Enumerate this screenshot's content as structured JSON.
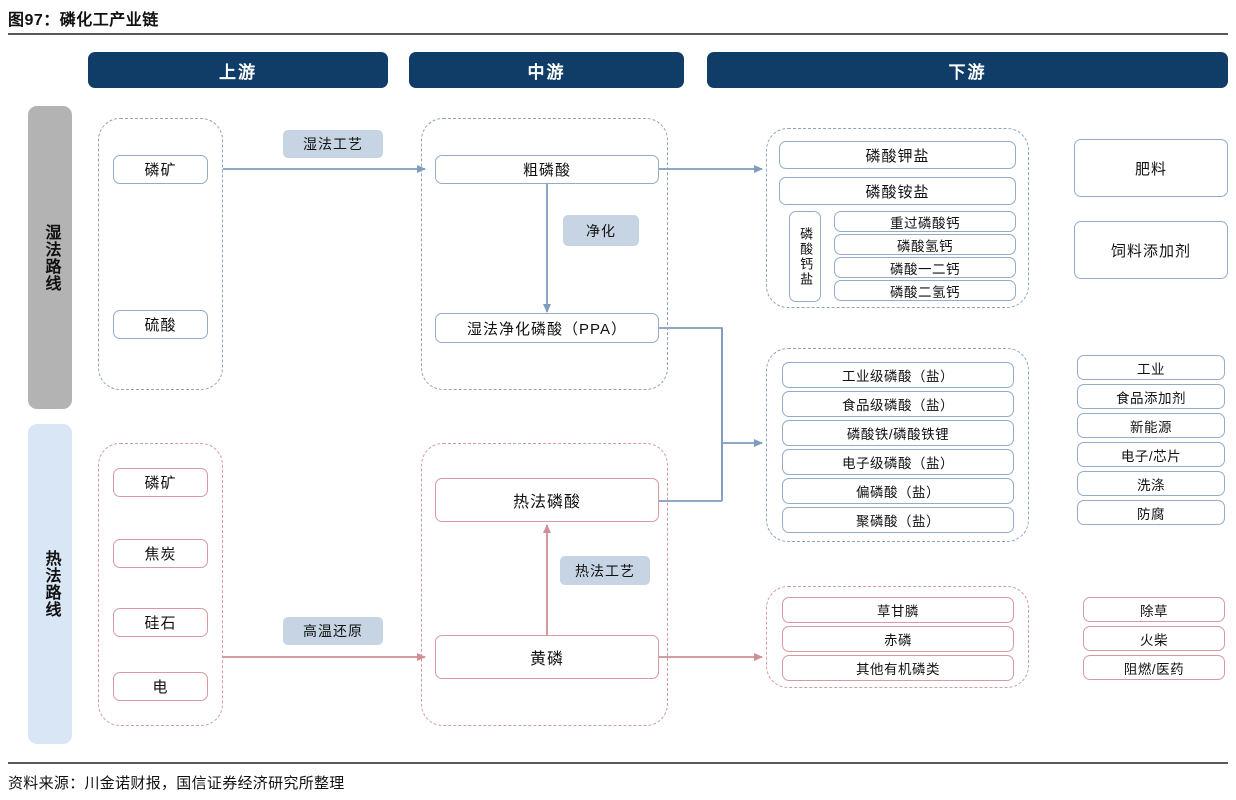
{
  "figure": {
    "title": "图97：磷化工产业链",
    "source": "资料来源：川金诺财报，国信证券经济研究所整理"
  },
  "stages": [
    {
      "id": "upstream",
      "label": "上游"
    },
    {
      "id": "midstream",
      "label": "中游"
    },
    {
      "id": "downstream",
      "label": "下游"
    }
  ],
  "routes": [
    {
      "id": "wet",
      "label": "湿法路线",
      "color": "#b3b3b3"
    },
    {
      "id": "thermal",
      "label": "热法路线",
      "color": "#d9e6f5"
    }
  ],
  "colors": {
    "header_bar": "#103d68",
    "wet_line": "#7f9cbd",
    "wet_border": "#93adc9",
    "thermal_line": "#cf8f96",
    "thermal_border": "#d89aa0",
    "chip_fill": "#c6d4e4",
    "dashed_wet": "#8fa3bb",
    "dashed_thermal": "#d39aa0"
  },
  "wet_route": {
    "upstream": [
      {
        "label": "磷矿"
      },
      {
        "label": "硫酸"
      }
    ],
    "process_labels": [
      {
        "id": "wet-process",
        "label": "湿法工艺"
      },
      {
        "id": "purify",
        "label": "净化"
      }
    ],
    "midstream": [
      {
        "label": "粗磷酸"
      },
      {
        "label": "湿法净化磷酸（PPA）"
      }
    ],
    "downstream_products_top": {
      "full_width": [
        {
          "label": "磷酸钾盐"
        },
        {
          "label": "磷酸铵盐"
        }
      ],
      "calcium_group": {
        "label": "磷酸钙盐",
        "items": [
          {
            "label": "重过磷酸钙"
          },
          {
            "label": "磷酸氢钙"
          },
          {
            "label": "磷酸一二钙"
          },
          {
            "label": "磷酸二氢钙"
          }
        ]
      }
    },
    "applications_top": [
      {
        "label": "肥料"
      },
      {
        "label": "饲料添加剂"
      }
    ],
    "downstream_products_mid": [
      {
        "label": "工业级磷酸（盐）"
      },
      {
        "label": "食品级磷酸（盐）"
      },
      {
        "label": "磷酸铁/磷酸铁锂"
      },
      {
        "label": "电子级磷酸（盐）"
      },
      {
        "label": "偏磷酸（盐）"
      },
      {
        "label": "聚磷酸（盐）"
      }
    ],
    "applications_mid": [
      {
        "label": "工业"
      },
      {
        "label": "食品添加剂"
      },
      {
        "label": "新能源"
      },
      {
        "label": "电子/芯片"
      },
      {
        "label": "洗涤"
      },
      {
        "label": "防腐"
      }
    ]
  },
  "thermal_route": {
    "upstream": [
      {
        "label": "磷矿"
      },
      {
        "label": "焦炭"
      },
      {
        "label": "硅石"
      },
      {
        "label": "电"
      }
    ],
    "process_labels": [
      {
        "id": "high-temp-reduction",
        "label": "高温还原"
      },
      {
        "id": "thermal-process",
        "label": "热法工艺"
      }
    ],
    "midstream": [
      {
        "label": "热法磷酸"
      },
      {
        "label": "黄磷"
      }
    ],
    "downstream_products_bottom": [
      {
        "label": "草甘膦"
      },
      {
        "label": "赤磷"
      },
      {
        "label": "其他有机磷类"
      }
    ],
    "applications_bottom": [
      {
        "label": "除草"
      },
      {
        "label": "火柴"
      },
      {
        "label": "阻燃/医药"
      }
    ]
  }
}
